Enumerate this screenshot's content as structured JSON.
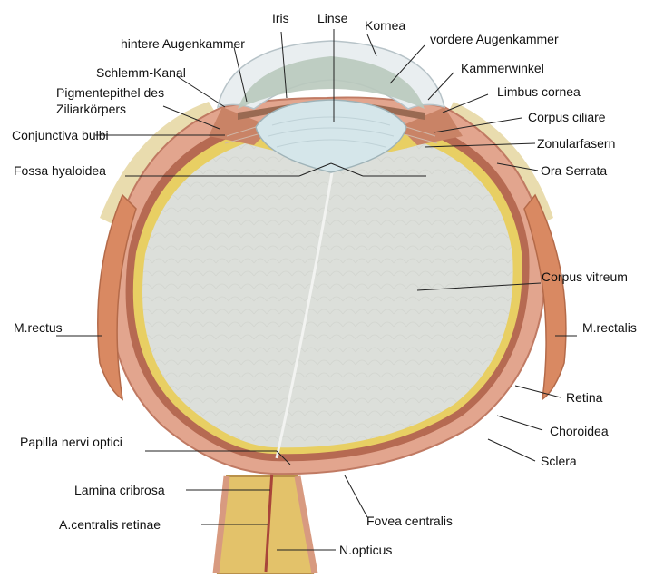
{
  "diagram": {
    "labels": {
      "iris": "Iris",
      "linse": "Linse",
      "kornea": "Kornea",
      "hintere_augenkammer": "hintere Augenkammer",
      "vordere_augenkammer": "vordere Augenkammer",
      "schlemm_kanal": "Schlemm-Kanal",
      "kammerwinkel": "Kammerwinkel",
      "pigmentepithel_1": "Pigmentepithel des",
      "pigmentepithel_2": "Ziliarkörpers",
      "limbus_cornea": "Limbus cornea",
      "conjunctiva_bulbi": "Conjunctiva bulbi",
      "corpus_ciliare": "Corpus ciliare",
      "zonularfasern": "Zonularfasern",
      "fossa_hyaloidea": "Fossa hyaloidea",
      "ora_serrata": "Ora Serrata",
      "corpus_vitreum": "Corpus vitreum",
      "m_rectus": "M.rectus",
      "m_rectalis": "M.rectalis",
      "retina": "Retina",
      "choroidea": "Choroidea",
      "papilla_nervi_optici": "Papilla nervi optici",
      "sclera": "Sclera",
      "lamina_cribrosa": "Lamina cribrosa",
      "a_centralis_retinae": "A.centralis retinae",
      "fovea_centralis": "Fovea centralis",
      "n_opticus": "N.opticus"
    },
    "colors": {
      "sclera": "#e2a58e",
      "choroid": "#b66a52",
      "retina": "#e8cf63",
      "vitreous": "#dcdfda",
      "lens": "#d5e6ea",
      "cornea": "#e9eef0",
      "muscle": "#d98962",
      "nerve": "#e3c26a",
      "conjunctiva": "#e9dcae"
    }
  }
}
